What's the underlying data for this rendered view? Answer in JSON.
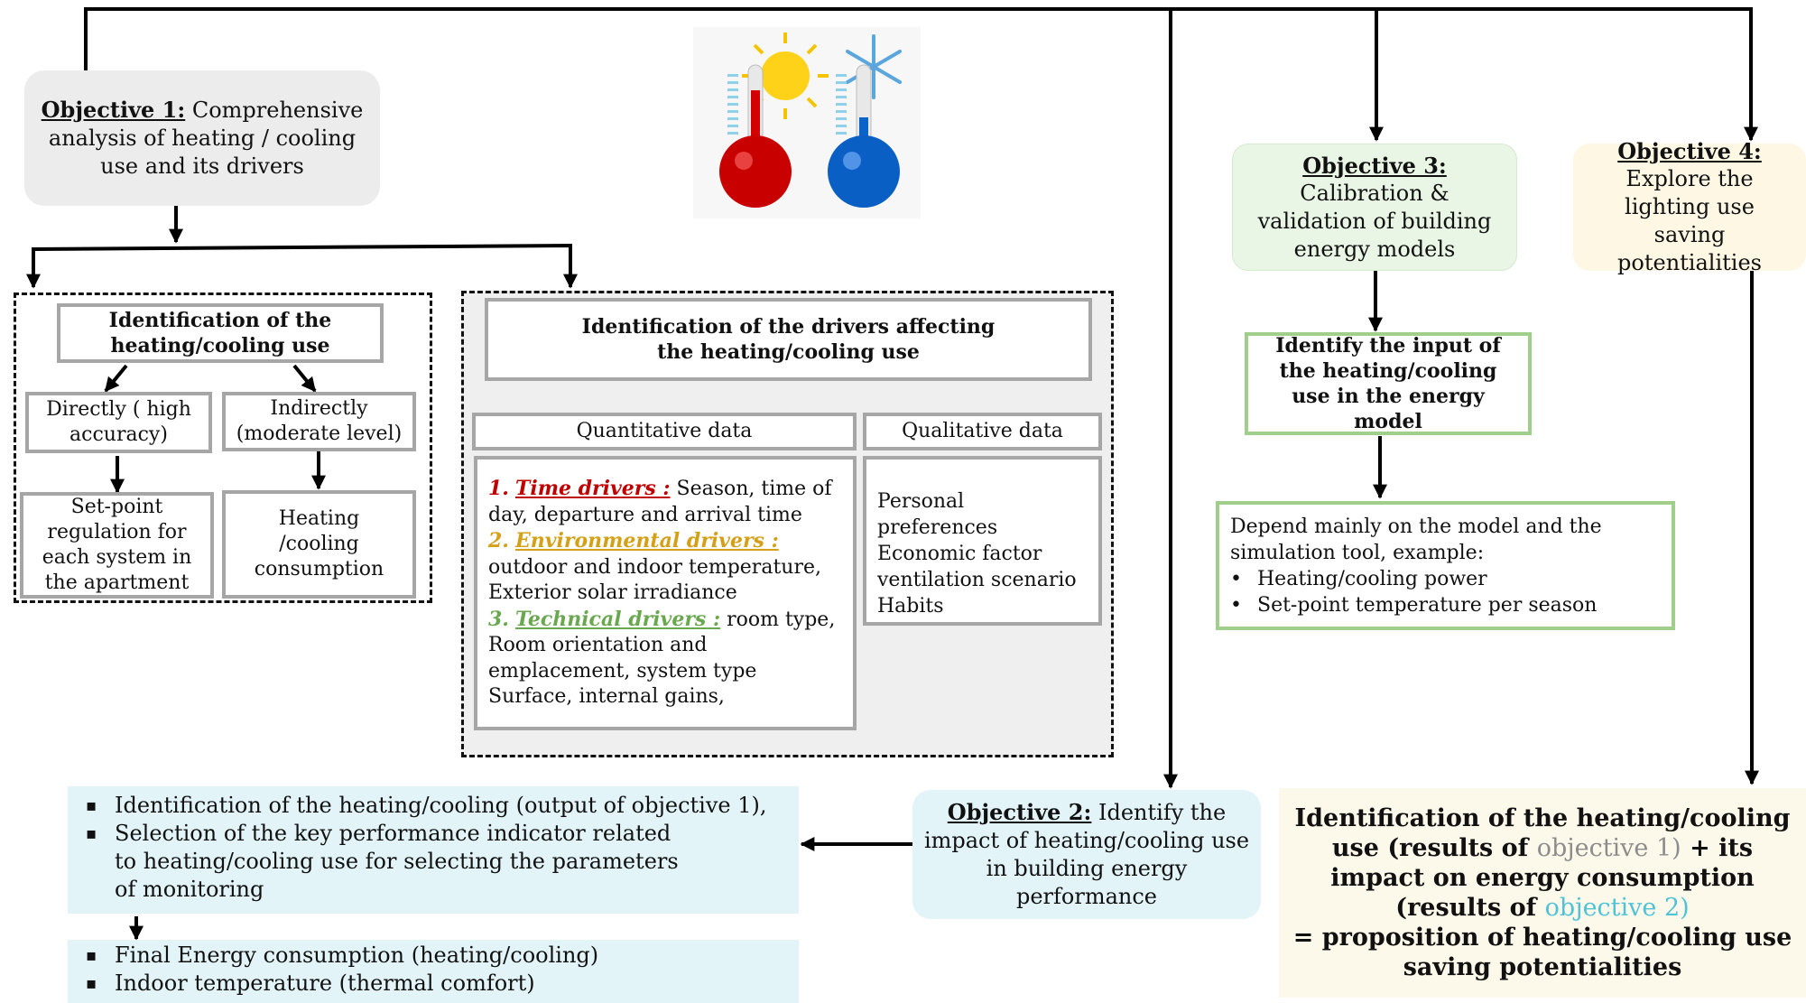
{
  "objective1": {
    "label": "Objective 1:",
    "text": " Comprehensive analysis of heating / cooling use and its drivers"
  },
  "objective2": {
    "label": "Objective 2:",
    "text": " Identify the impact of heating/cooling use in building energy performance"
  },
  "objective3": {
    "label": "Objective 3:",
    "text": "Calibration & validation of building energy models"
  },
  "objective4": {
    "label": "Objective 4:",
    "text": "Explore the lighting use saving potentialities"
  },
  "use_identification": {
    "title": "Identification of  the heating/cooling use",
    "directly": "Directly ( high accuracy)",
    "indirectly": "Indirectly (moderate level)",
    "setpoint": "Set-point regulation for each system in the apartment",
    "consumption": "Heating /cooling consumption"
  },
  "drivers": {
    "title": "Identification of the drivers affecting the heating/cooling use",
    "quantitative_label": "Quantitative data",
    "qualitative_label": "Qualitative data",
    "time_num": "1.",
    "time_label": "Time drivers :",
    "time_text": " Season, time of day, departure and arrival time",
    "env_num": "2.",
    "env_label": "Environmental drivers :",
    "env_text": "outdoor and indoor temperature, Exterior solar irradiance",
    "tech_num": "3.",
    "tech_label": "Technical drivers :",
    "tech_text": " room type, Room orientation and emplacement, system type Surface, internal gains,",
    "qualitative_items": [
      "Personal preferences",
      "Economic factor",
      "ventilation scenario",
      "Habits"
    ]
  },
  "energy_model": {
    "input_title": "Identify the input of the heating/cooling use in the energy model",
    "depend_text": "Depend mainly on the model and the simulation tool, example:",
    "examples": [
      "Heating/cooling power",
      "Set-point temperature per season"
    ]
  },
  "kpi_box": {
    "items": [
      "Identification of the heating/cooling (output of objective 1),",
      "Selection of the key performance indicator related to heating/cooling  use for selecting the parameters of monitoring"
    ]
  },
  "monitoring_box": {
    "items": [
      "Final Energy consumption (heating/cooling)",
      "Indoor temperature (thermal comfort)"
    ]
  },
  "result": {
    "part1": "Identification of the heating/cooling use (results of ",
    "obj1_ref": "objective 1)",
    "part2": " + its impact on energy consumption (results of ",
    "obj2_ref": "objective 2)",
    "part3": "= proposition of heating/cooling use saving potentialities"
  },
  "colors": {
    "time_drivers": "#c00000",
    "environmental_drivers": "#d4a017",
    "technical_drivers": "#6aa84f",
    "objective1_ref": "#8c8c8c",
    "objective2_ref": "#4ec3d8"
  }
}
